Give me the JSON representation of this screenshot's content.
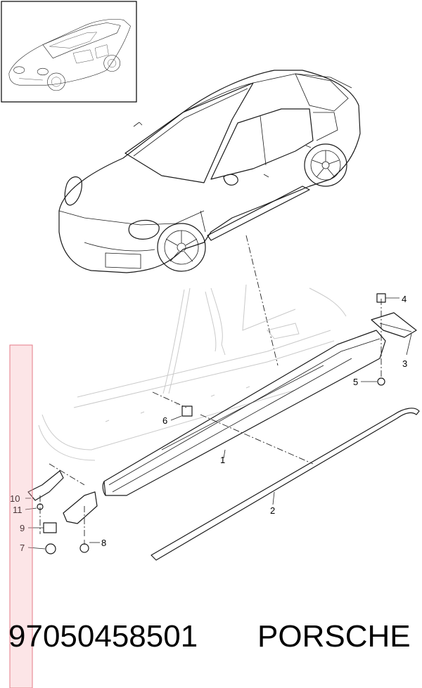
{
  "diagram": {
    "parts": [
      {
        "number": "1"
      },
      {
        "number": "2"
      },
      {
        "number": "3"
      },
      {
        "number": "4"
      },
      {
        "number": "5"
      },
      {
        "number": "6"
      },
      {
        "number": "7"
      },
      {
        "number": "8"
      },
      {
        "number": "9"
      },
      {
        "number": "10"
      },
      {
        "number": "11"
      }
    ]
  },
  "footer": {
    "part_number": "97050458501",
    "brand": "PORSCHE"
  },
  "colors": {
    "highlight_band": "#f4a9b0",
    "line": "#1a1a1a",
    "ghost": "#c9c9c9"
  }
}
